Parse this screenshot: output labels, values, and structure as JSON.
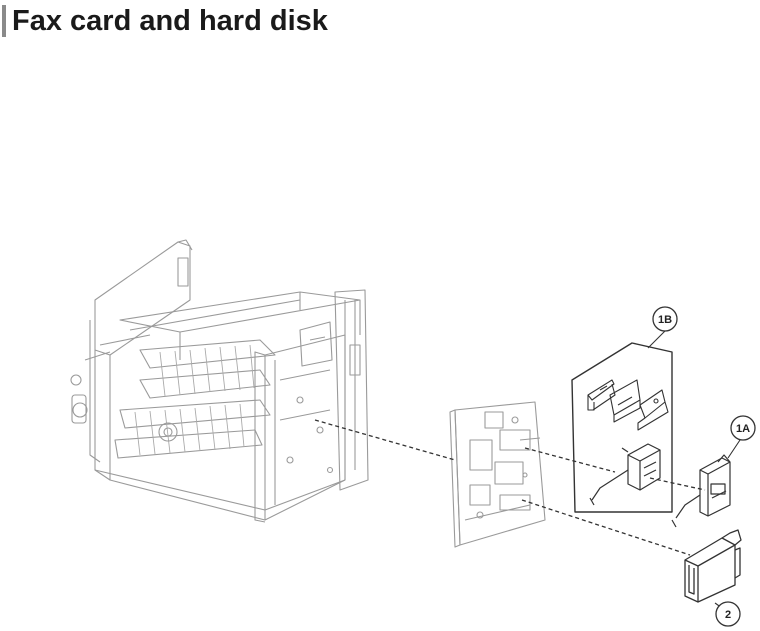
{
  "title": "Fax card and hard disk",
  "callouts": {
    "c1b": "1B",
    "c1a": "1A",
    "c2": "2"
  },
  "colors": {
    "title_accent": "#8a8a8a",
    "line_art": "#333333",
    "faded_line_art": "#9a9a9a"
  }
}
